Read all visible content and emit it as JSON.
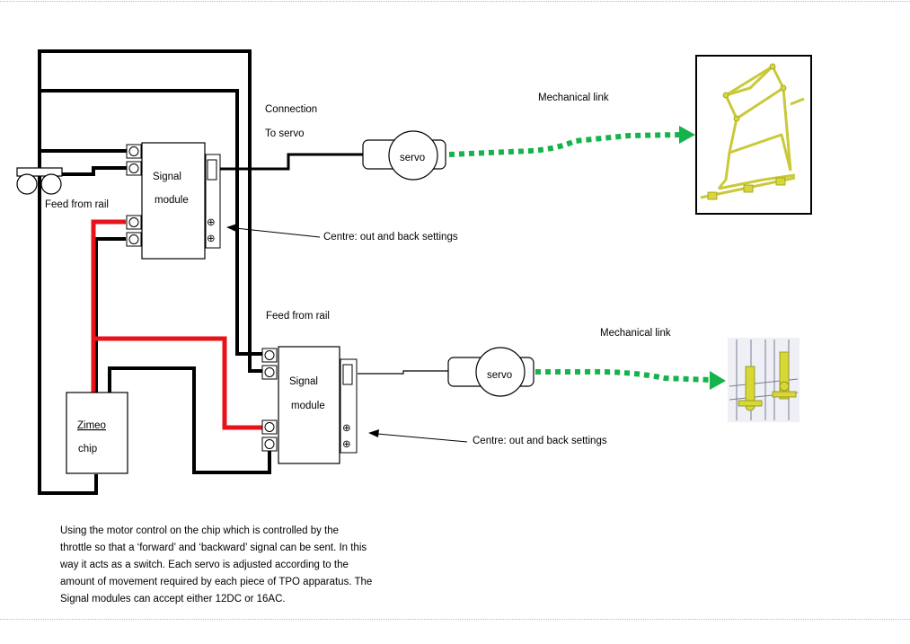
{
  "labels": {
    "connection_line1": "Connection",
    "connection_line2": "To servo",
    "mechanical_link_top": "Mechanical link",
    "mechanical_link_bottom": "Mechanical link",
    "feed_from_rail_top": "Feed from rail",
    "feed_from_rail_bottom": "Feed from rail",
    "centre_top": "Centre: out and back settings",
    "centre_bottom": "Centre: out and back settings",
    "module_top_line1": "Signal",
    "module_top_line2": "module",
    "module_bottom_line1": "Signal",
    "module_bottom_line2": "module",
    "servo_top": "servo",
    "servo_bottom": "servo",
    "chip_line1": "Zimeo",
    "chip_line2": "chip",
    "plus_symbol": "⊕"
  },
  "note": {
    "lines": [
      "Using the motor control on the chip which is controlled by the",
      "throttle so that a ‘forward’ and ‘backward’ signal can be sent. In this",
      "way it acts as a switch. Each servo is adjusted according to the",
      "amount of movement required by each piece of TPO apparatus. The",
      "Signal modules can accept either 12DC or 16AC."
    ]
  },
  "colors": {
    "wire_black": "#000000",
    "wire_red": "#e8131a",
    "link_green": "#16b24b",
    "apparatus_yellow": "#d7d736",
    "rule_blue": "#9cc3d8"
  }
}
